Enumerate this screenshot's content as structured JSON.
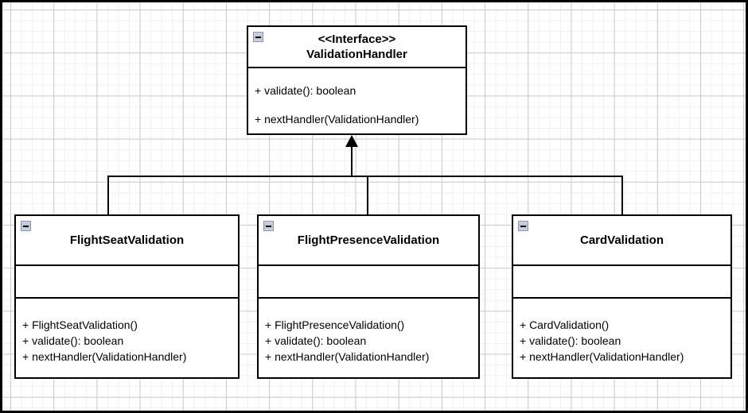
{
  "diagram": {
    "title": "ValidationHandler chain of responsibility class diagram",
    "accent_color": "#000000",
    "background_color": "#ffffff",
    "grid_minor_color": "#f0f0f0",
    "grid_major_color": "#c9c9c9"
  },
  "classes": [
    {
      "id": "validation-handler",
      "stereotype": "<<Interface>>",
      "name": "ValidationHandler",
      "collapse_icon": "minus-box-icon",
      "attributes": [],
      "methods": [
        "+ validate(): boolean",
        "+ nextHandler(ValidationHandler)"
      ]
    },
    {
      "id": "flight-seat-validation",
      "stereotype": "",
      "name": "FlightSeatValidation",
      "collapse_icon": "minus-box-icon",
      "attributes": [],
      "methods": [
        "+ FlightSeatValidation()",
        "+ validate(): boolean",
        "+ nextHandler(ValidationHandler)"
      ]
    },
    {
      "id": "flight-presence-validation",
      "stereotype": "",
      "name": "FlightPresenceValidation",
      "collapse_icon": "minus-box-icon",
      "attributes": [],
      "methods": [
        "+ FlightPresenceValidation()",
        "+ validate(): boolean",
        "+ nextHandler(ValidationHandler)"
      ]
    },
    {
      "id": "card-validation",
      "stereotype": "",
      "name": "CardValidation",
      "collapse_icon": "minus-box-icon",
      "attributes": [],
      "methods": [
        "+ CardValidation()",
        "+ validate(): boolean",
        "+ nextHandler(ValidationHandler)"
      ]
    }
  ],
  "relationships": [
    {
      "type": "generalization",
      "from": "flight-seat-validation",
      "to": "validation-handler"
    },
    {
      "type": "generalization",
      "from": "flight-presence-validation",
      "to": "validation-handler"
    },
    {
      "type": "generalization",
      "from": "card-validation",
      "to": "validation-handler"
    }
  ]
}
